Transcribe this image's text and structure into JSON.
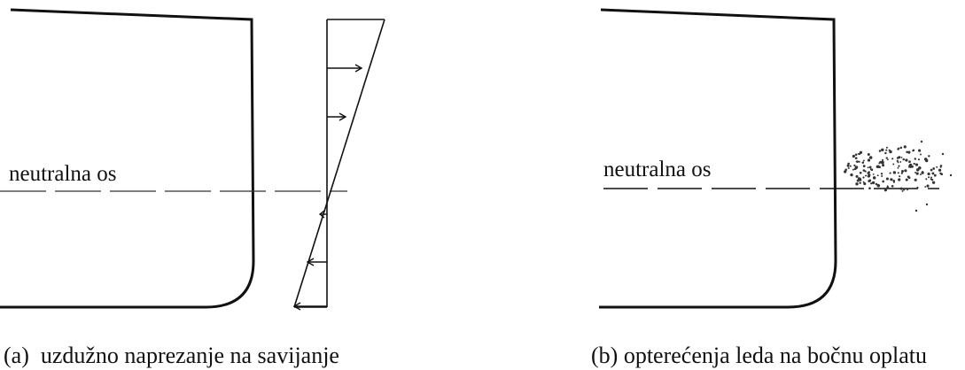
{
  "panels": [
    {
      "axis_label": "neutralna os",
      "caption": "(a)  uzdužno naprezanje na savijanje"
    },
    {
      "axis_label": "neutralna os",
      "caption": "(b) opterećenja leda na bočnu oplatu"
    }
  ],
  "colors": {
    "line": "#111111",
    "dash": "#222222",
    "ice": "#333333"
  }
}
